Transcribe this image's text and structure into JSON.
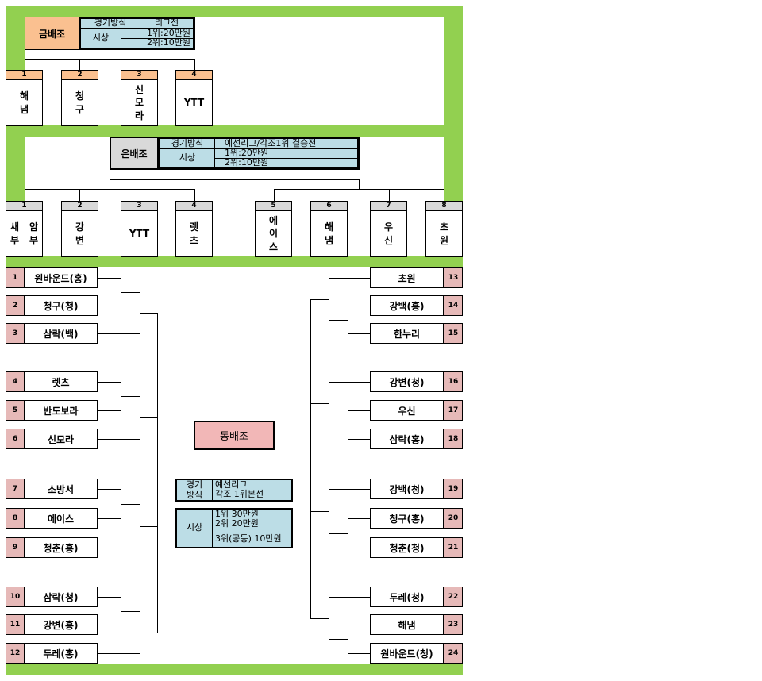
{
  "gold": {
    "title": "금배조",
    "format_label": "경기방식",
    "format_value": "리그전",
    "prize_label": "시상",
    "prize_1": "1위:20만원",
    "prize_2": "2위:10만원",
    "teams": [
      {
        "seed": "1",
        "name": "해\n냄"
      },
      {
        "seed": "2",
        "name": "청\n구"
      },
      {
        "seed": "3",
        "name": "신\n모\n라"
      },
      {
        "seed": "4",
        "name": "YTT"
      }
    ]
  },
  "silver": {
    "title": "은배조",
    "format_label": "경기방식",
    "format_value": "예선리그/각조1위 결승전",
    "prize_label": "시상",
    "prize_1": "1위:20만원",
    "prize_2": "2위:10만원",
    "teams": [
      {
        "seed": "1",
        "name_left": "새\n부",
        "name_right": "암\n부"
      },
      {
        "seed": "2",
        "name": "강\n변"
      },
      {
        "seed": "3",
        "name": "YTT"
      },
      {
        "seed": "4",
        "name": "렛\n츠"
      },
      {
        "seed": "5",
        "name": "에\n이\n스"
      },
      {
        "seed": "6",
        "name": "해\n냄"
      },
      {
        "seed": "7",
        "name": "우\n신"
      },
      {
        "seed": "8",
        "name": "초\n원"
      }
    ]
  },
  "bronze": {
    "title": "동배조",
    "format_label": "경기\n방식",
    "format_value_1": "예선리그",
    "format_value_2": "각조 1위본선",
    "prize_label": "시상",
    "prize_1": "1위 30만원",
    "prize_2": "2위 20만원",
    "prize_3": "3위(공동) 10만원",
    "left": [
      {
        "seed": "1",
        "name": "원바운드(홍)"
      },
      {
        "seed": "2",
        "name": "청구(청)"
      },
      {
        "seed": "3",
        "name": "삼락(백)"
      },
      {
        "seed": "4",
        "name": "렛츠"
      },
      {
        "seed": "5",
        "name": "반도보라"
      },
      {
        "seed": "6",
        "name": "신모라"
      },
      {
        "seed": "7",
        "name": "소방서"
      },
      {
        "seed": "8",
        "name": "에이스"
      },
      {
        "seed": "9",
        "name": "청춘(홍)"
      },
      {
        "seed": "10",
        "name": "삼락(청)"
      },
      {
        "seed": "11",
        "name": "강변(홍)"
      },
      {
        "seed": "12",
        "name": "두레(홍)"
      }
    ],
    "right": [
      {
        "seed": "13",
        "name": "초원"
      },
      {
        "seed": "14",
        "name": "강백(홍)"
      },
      {
        "seed": "15",
        "name": "한누리"
      },
      {
        "seed": "16",
        "name": "강변(청)"
      },
      {
        "seed": "17",
        "name": "우신"
      },
      {
        "seed": "18",
        "name": "삼락(홍)"
      },
      {
        "seed": "19",
        "name": "강백(청)"
      },
      {
        "seed": "20",
        "name": "청구(홍)"
      },
      {
        "seed": "21",
        "name": "청춘(청)"
      },
      {
        "seed": "22",
        "name": "두레(청)"
      },
      {
        "seed": "23",
        "name": "해냄"
      },
      {
        "seed": "24",
        "name": "원바운드(청)"
      }
    ]
  },
  "colors": {
    "frame_green": "#92d050",
    "gold": "#fac090",
    "silver": "#d9d9d9",
    "info_blue": "#bcdde6",
    "seed_pink": "#e6b9b8"
  }
}
